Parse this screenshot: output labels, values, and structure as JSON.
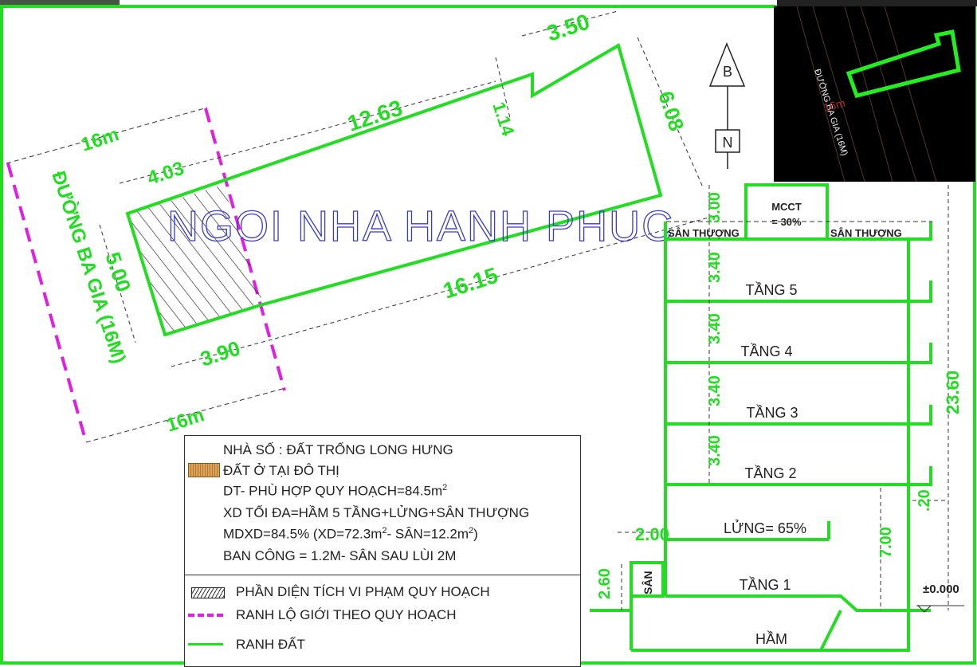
{
  "watermark": "NGOI NHA HANH PHUC",
  "plan": {
    "street_name": "ĐƯỜNG BA GIA (16M)",
    "road_width_top": "16m",
    "road_width_bottom": "16m",
    "dim_front_top": "4.03",
    "dim_top_long": "12.63",
    "dim_top_right": "3.50",
    "dim_notch": "1.14",
    "dim_right": "6.08",
    "dim_front_depth": "5.00",
    "dim_bottom_long": "16.15",
    "dim_front_bottom": "3.90"
  },
  "compass": {
    "north_top": "B",
    "north_bottom": "N"
  },
  "inset_map": {
    "street_label": "ĐƯỜNG BA GIA (16M)",
    "width_label": "16m"
  },
  "section": {
    "mcct": "MCCT",
    "mcct_ratio": "= 30%",
    "terrace_left": "SÂN THƯỢNG",
    "terrace_right": "SÂN THƯỢNG",
    "floors": [
      "TẦNG 5",
      "TẦNG 4",
      "TẦNG 3",
      "TẦNG 2"
    ],
    "mezzanine": "LỬNG= 65%",
    "ground": "TẦNG 1",
    "basement": "HẦM",
    "yard": "SÂN",
    "level_zero": "±0.000",
    "dim_roof": "3.00",
    "dim_floor_height": "3.40",
    "dim_total": "23.60",
    "dim_setback": ".20",
    "dim_lower": "7.00",
    "dim_balcony": "2.00",
    "dim_yard": "2.60"
  },
  "legend": {
    "house_no": "NHÀ SỐ : ĐẤT TRỐNG LONG HƯNG",
    "land_type": "ĐẤT Ở TẠI ĐÔ THỊ",
    "area": "DT- PHÙ HỢP QUY HOẠCH=84.5m",
    "area_sup": "2",
    "max_build": "XD TỐI ĐA=HẦM 5 TẦNG+LỬNG+SÂN THƯỢNG",
    "density_a": "MDXD=84.5% (XD=72.3m",
    "density_sup1": "2",
    "density_b": "- SÂN=12.2m",
    "density_sup2": "2",
    "density_c": ")",
    "balcony": "BAN CÔNG = 1.2M- SÂN SAU LÙI 2M",
    "violation": "PHẦN DIỆN TÍCH VI PHẠM QUY HOẠCH",
    "setback_line": "RANH LỘ GIỚI THEO QUY HOẠCH",
    "boundary": "RANH ĐẤT"
  },
  "colors": {
    "green": "#22dd22",
    "magenta": "#e020e0",
    "watermark": "#3a3ac8"
  }
}
